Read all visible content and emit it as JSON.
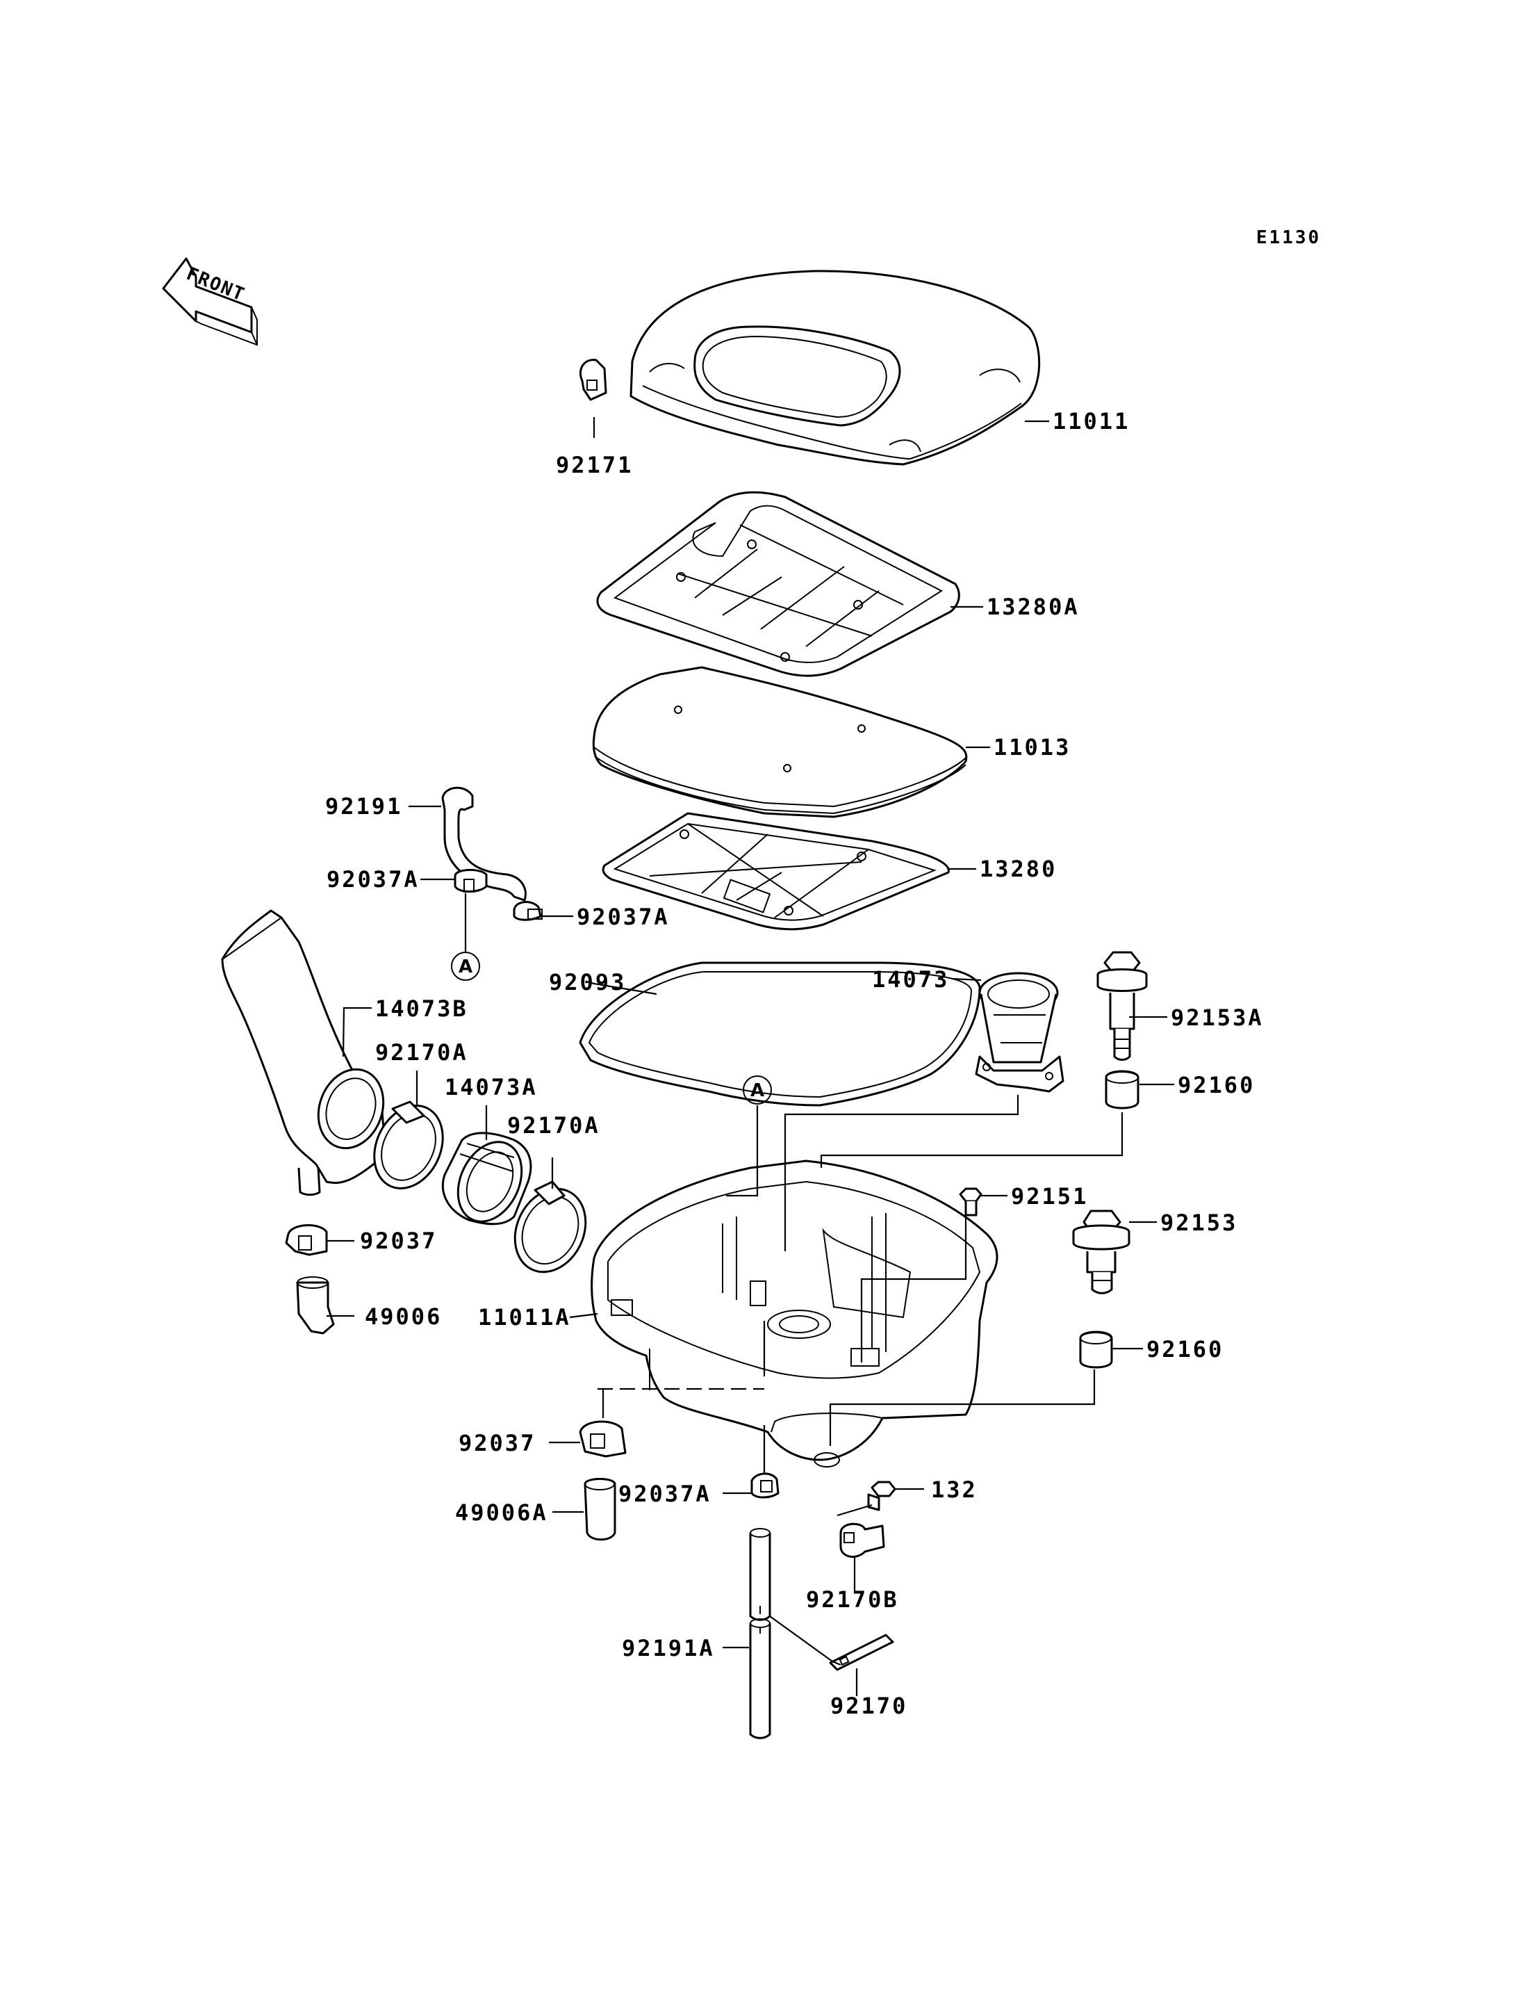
{
  "diagram_code": "E1130",
  "front_arrow": {
    "label": "FRONT",
    "icon": "front-arrow-icon"
  },
  "callouts": {
    "p92171": "92171",
    "p11011": "11011",
    "p13280A": "13280A",
    "p11013": "11013",
    "p13280": "13280",
    "p92191": "92191",
    "p92037A_top_left": "92037A",
    "p92037A_top_right": "92037A",
    "p14073": "14073",
    "p92093": "92093",
    "p92153A": "92153A",
    "p14073B": "14073B",
    "p92160_upper": "92160",
    "p92170A_left": "92170A",
    "p14073A": "14073A",
    "p92170A_right": "92170A",
    "p92151": "92151",
    "p92153": "92153",
    "p92037_left": "92037",
    "p49006": "49006",
    "p11011A": "11011A",
    "p92160_lower": "92160",
    "p92037_lower": "92037",
    "p49006A": "49006A",
    "p92037A_bottom": "92037A",
    "p132": "132",
    "p92170B": "92170B",
    "p92191A": "92191A",
    "p92170": "92170"
  },
  "connectors": {
    "a_upper": "A",
    "a_lower": "A"
  }
}
